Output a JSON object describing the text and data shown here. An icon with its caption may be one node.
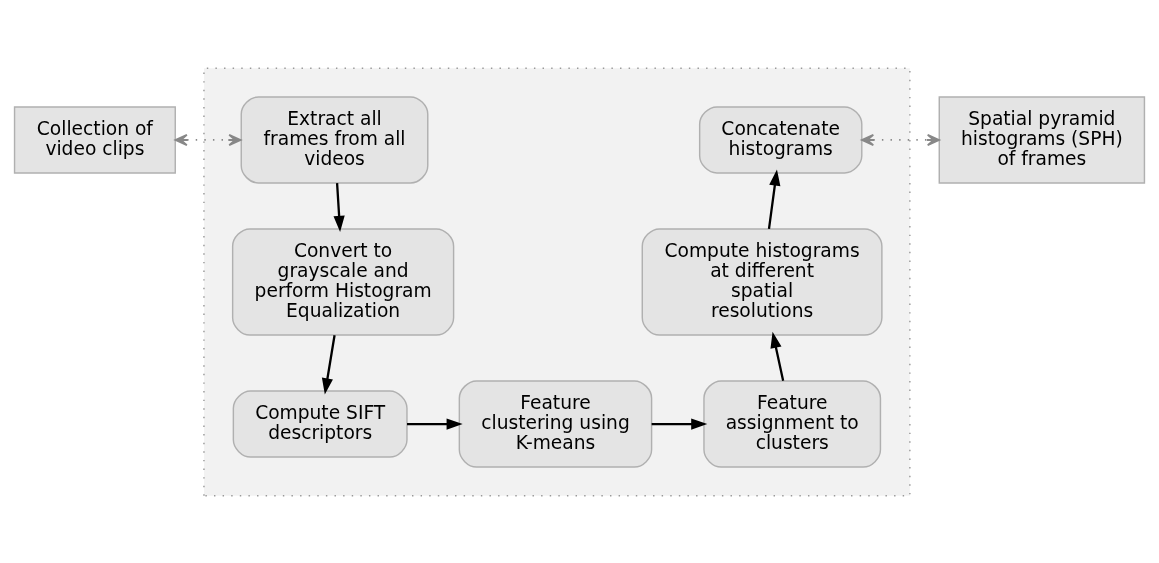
{
  "diagram": {
    "nodes": [
      {
        "text": [
          "Collection of video clips"
        ]
      },
      {
        "text": [],
        "shape": "box"
      },
      {
        "text": [
          "Extract all frames from all videos"
        ],
        "in": 1
      },
      {
        "text": [
          "Convert to grayscale and perform Histogram Equalization"
        ],
        "in": 1
      },
      {
        "text": [
          "Compute SIFT descriptors"
        ],
        "in": 1
      },
      {
        "text": [
          "Feature clustering using K-means"
        ],
        "in": 1
      },
      {
        "text": [
          "Feature assignment to clusters"
        ],
        "in": 1
      },
      {
        "text": [
          "Compute histograms at different spatial resolutions"
        ],
        "in": 1
      },
      {
        "text": [
          "Concatenate histograms"
        ],
        "in": 1
      },
      {
        "text": [
          "Spatial pyramid histograms (SPH) of frames"
        ]
      }
    ],
    "edges": [
      {
        "from": 0,
        "to": 2,
        "arrow": "both",
        "style": "dashed",
        "color": "#888888"
      },
      {
        "from": 2,
        "to": 3,
        "arrow": "to"
      },
      {
        "from": 3,
        "to": 4,
        "arrow": "to"
      },
      {
        "from": 4,
        "to": 5,
        "arrow": "to"
      },
      {
        "from": 5,
        "to": 6,
        "arrow": "to"
      },
      {
        "from": 6,
        "to": 7,
        "arrow": "to"
      },
      {
        "from": 7,
        "to": 8,
        "arrow": "to"
      },
      {
        "from": 8,
        "to": 9,
        "arrow": "both",
        "style": "dashed",
        "color": "#888888"
      }
    ]
  }
}
